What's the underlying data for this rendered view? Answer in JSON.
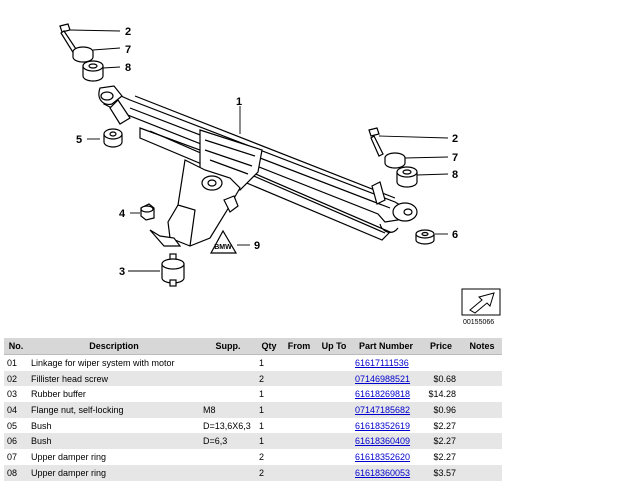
{
  "diagram": {
    "callouts": [
      "1",
      "2",
      "7",
      "8",
      "5",
      "2",
      "7",
      "8",
      "4",
      "6",
      "3",
      "9"
    ],
    "image_code": "00155066"
  },
  "table": {
    "headers": [
      "No.",
      "Description",
      "Supp.",
      "Qty",
      "From",
      "Up To",
      "Part Number",
      "Price",
      "Notes"
    ],
    "rows": [
      {
        "no": "01",
        "description": "Linkage for wiper system with motor",
        "supp": "",
        "qty": "1",
        "from": "",
        "up_to": "",
        "part_number": "61617111536",
        "price": "",
        "notes": ""
      },
      {
        "no": "02",
        "description": "Fillister head screw",
        "supp": "",
        "qty": "2",
        "from": "",
        "up_to": "",
        "part_number": "07146988521",
        "price": "$0.68",
        "notes": ""
      },
      {
        "no": "03",
        "description": "Rubber buffer",
        "supp": "",
        "qty": "1",
        "from": "",
        "up_to": "",
        "part_number": "61618269818",
        "price": "$14.28",
        "notes": ""
      },
      {
        "no": "04",
        "description": "Flange nut, self-locking",
        "supp": "M8",
        "qty": "1",
        "from": "",
        "up_to": "",
        "part_number": "07147185682",
        "price": "$0.96",
        "notes": ""
      },
      {
        "no": "05",
        "description": "Bush",
        "supp": "D=13,6X6,3",
        "qty": "1",
        "from": "",
        "up_to": "",
        "part_number": "61618352619",
        "price": "$2.27",
        "notes": ""
      },
      {
        "no": "06",
        "description": "Bush",
        "supp": "D=6,3",
        "qty": "1",
        "from": "",
        "up_to": "",
        "part_number": "61618360409",
        "price": "$2.27",
        "notes": ""
      },
      {
        "no": "07",
        "description": "Upper damper ring",
        "supp": "",
        "qty": "2",
        "from": "",
        "up_to": "",
        "part_number": "61618352620",
        "price": "$2.27",
        "notes": ""
      },
      {
        "no": "08",
        "description": "Upper damper ring",
        "supp": "",
        "qty": "2",
        "from": "",
        "up_to": "",
        "part_number": "61618360053",
        "price": "$3.57",
        "notes": ""
      }
    ]
  },
  "colors": {
    "link": "#0000cc",
    "header_bg": "#d7d7d7",
    "alt_row_bg": "#e6e6e6"
  }
}
